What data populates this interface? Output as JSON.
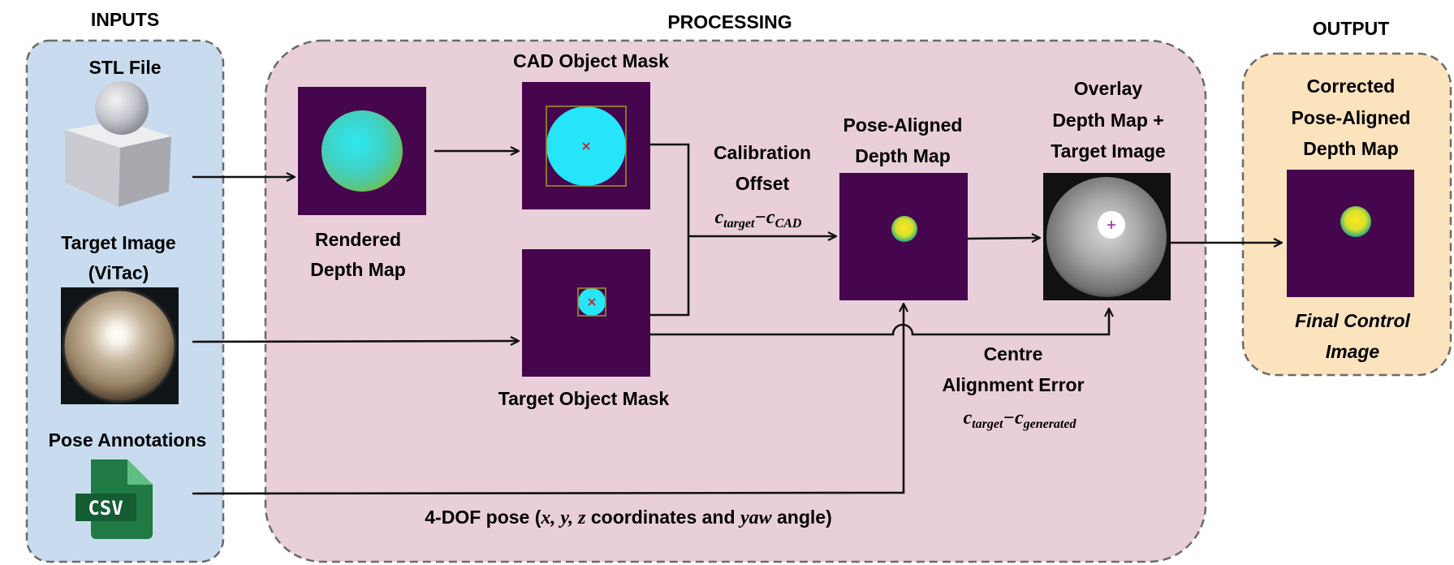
{
  "headers": {
    "inputs": "INPUTS",
    "processing": "PROCESSING",
    "output": "OUTPUT"
  },
  "inputs": {
    "stl_file": "STL File",
    "target_image": [
      "Target Image",
      "(ViTac)"
    ],
    "pose_annotations": "Pose Annotations",
    "csv_badge": "CSV"
  },
  "processing": {
    "cad_object_mask": "CAD Object Mask",
    "rendered_depth_map": [
      "Rendered",
      "Depth Map"
    ],
    "target_object_mask": "Target Object Mask",
    "calibration_offset": [
      "Calibration",
      "Offset"
    ],
    "calibration_formula": {
      "c1": "c",
      "s1": "target",
      "minus": "−",
      "c2": "c",
      "s2": "CAD"
    },
    "pose_aligned_depth_map": [
      "Pose-Aligned",
      "Depth Map"
    ],
    "overlay": [
      "Overlay",
      "Depth Map +",
      "Target Image"
    ],
    "centre_alignment_error": [
      "Centre",
      "Alignment Error"
    ],
    "centre_formula": {
      "c1": "c",
      "s1": "target",
      "minus": "−",
      "c2": "c",
      "s2": "generated"
    },
    "pose_caption": {
      "prefix": "4-DOF pose (",
      "vars": "x, y, z",
      "mid": " coordinates and ",
      "yaw": "yaw",
      "suffix": " angle)"
    }
  },
  "output": {
    "corrected": [
      "Corrected",
      "Pose-Aligned",
      "Depth Map"
    ],
    "final_control": [
      "Final Control",
      "Image"
    ]
  },
  "colors": {
    "inputs_panel": "#c9dcef",
    "processing_panel": "#e9cfd9",
    "output_panel": "#fbe3be",
    "depth_background": "#46064d",
    "mask_cyan": "#27e5f8",
    "csv_green": "#1f7a44"
  }
}
